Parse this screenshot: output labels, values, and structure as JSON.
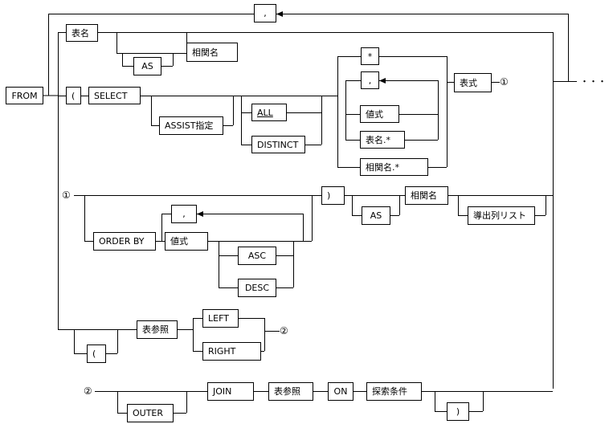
{
  "keywords": {
    "from": "FROM",
    "select": "SELECT",
    "assist": "ASSIST指定",
    "all": "ALL",
    "distinct": "DISTINCT",
    "order_by": "ORDER BY",
    "asc": "ASC",
    "desc": "DESC",
    "as": "AS",
    "left": "LEFT",
    "right": "RIGHT",
    "outer": "OUTER",
    "join": "JOIN",
    "on": "ON"
  },
  "items": {
    "table_name": "表名",
    "correlation_name": "相関名",
    "star": "*",
    "comma": ",",
    "expression": "表式",
    "value_expression": "値式",
    "table_star": "表名.*",
    "correlation_star": "相関名.*",
    "derived_column_list": "導出列リスト",
    "table_reference": "表参照",
    "search_condition": "探索条件",
    "open_paren": "(",
    "close_paren": ")"
  },
  "markers": {
    "one": "①",
    "two": "②",
    "continuation": "・・・"
  }
}
